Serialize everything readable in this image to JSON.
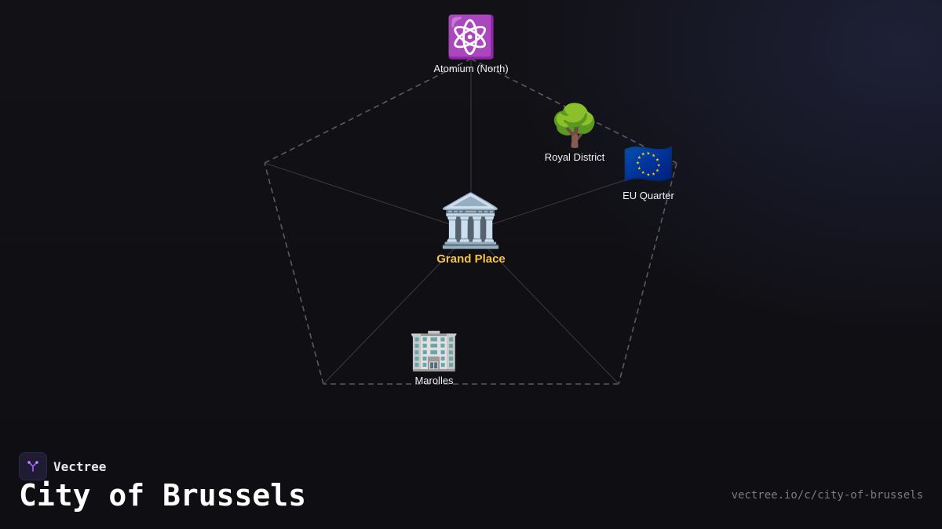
{
  "brand": {
    "name": "Vectree",
    "logo": "vectree-tree-logo-icon",
    "accent": "#9b5de5"
  },
  "title": "City of Brussels",
  "url": "vectree.io/c/city-of-brussels",
  "colors": {
    "center_label": "#f5c242",
    "label": "#f2f2f2",
    "background": "#111116"
  },
  "nodes": {
    "center": {
      "label": "Grand Place",
      "icon": "classical-building-icon",
      "glyph": "🏛️"
    },
    "north": {
      "label": "Atomium (North)",
      "icon": "atom-symbol-icon",
      "glyph": "⚛️"
    },
    "royal": {
      "label": "Royal District",
      "icon": "deciduous-tree-icon",
      "glyph": "🌳"
    },
    "eu": {
      "label": "EU Quarter",
      "icon": "eu-flag-icon",
      "glyph": "🇪🇺"
    },
    "marolles": {
      "label": "Marolles",
      "icon": "office-building-icon",
      "glyph": "🏢"
    }
  }
}
